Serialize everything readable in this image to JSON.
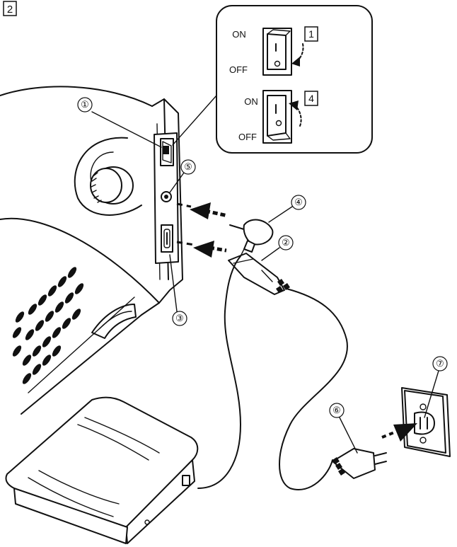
{
  "figure": {
    "number_box": "2"
  },
  "inset": {
    "top_switch": {
      "on_label": "ON",
      "off_label": "OFF",
      "step_box": "1"
    },
    "bottom_switch": {
      "on_label": "ON",
      "off_label": "OFF",
      "step_box": "4"
    }
  },
  "callouts": [
    "①",
    "②",
    "③",
    "④",
    "⑤",
    "⑥",
    "⑦"
  ]
}
